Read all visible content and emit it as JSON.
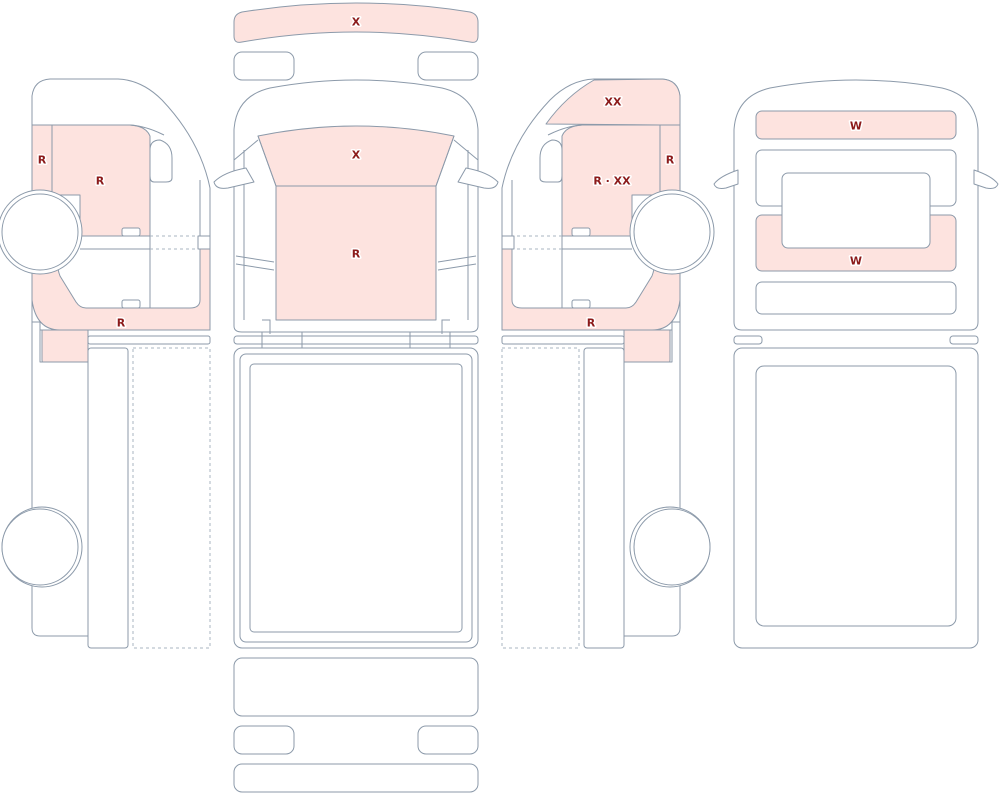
{
  "colors": {
    "outline": "#8c9aaa",
    "damage_fill": "#fde3df",
    "label": "#8b1a1a"
  },
  "labels": {
    "roof_panel": "X",
    "windshield_upper": "X",
    "hood_lower": "R",
    "left_front_fender": "R",
    "left_front_door": "R",
    "left_lower_panel": "R",
    "right_upper_corner": "XX",
    "right_front_fender": "R",
    "right_front_door": "R · XX",
    "right_lower_panel": "R",
    "rear_window_upper": "W",
    "rear_window_lower": "W"
  }
}
